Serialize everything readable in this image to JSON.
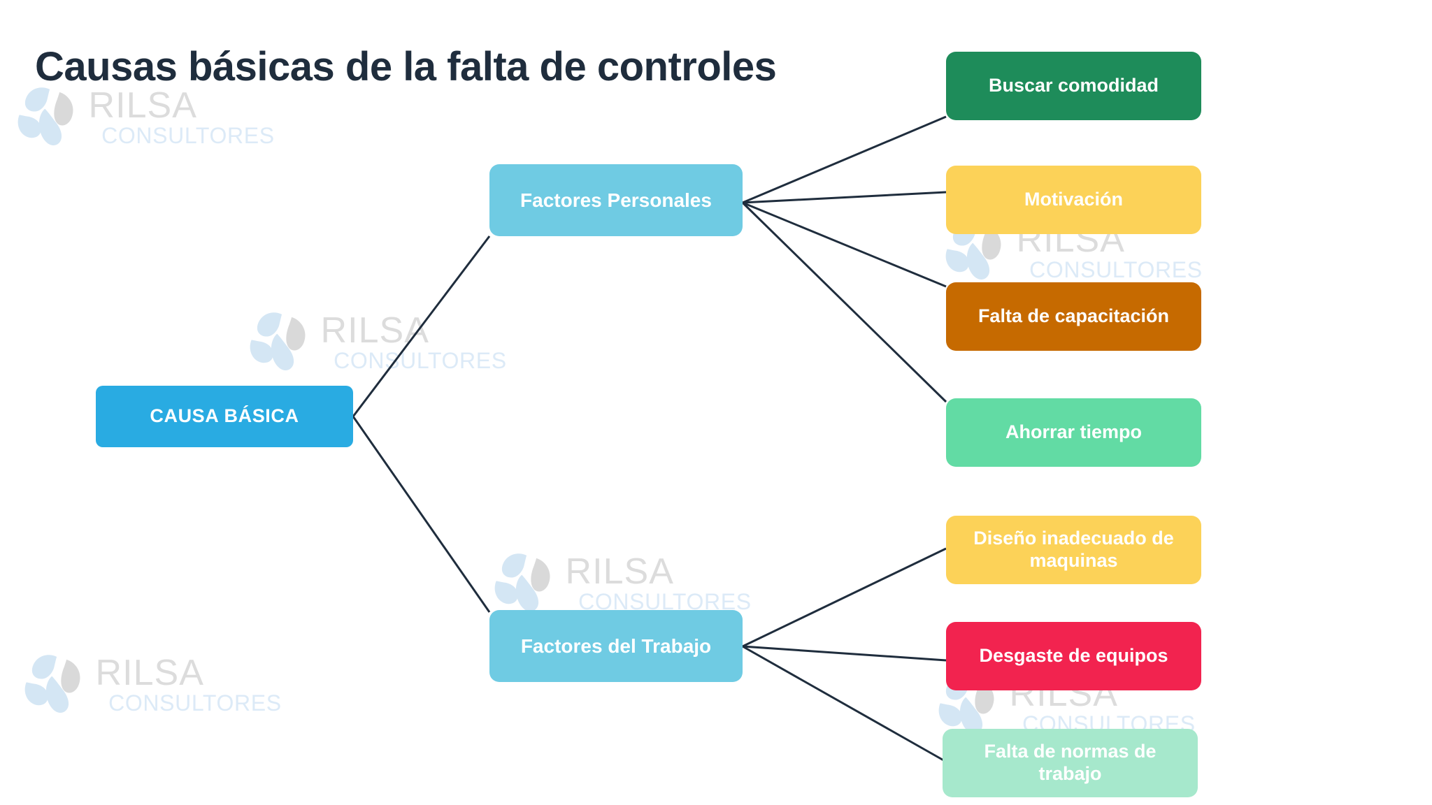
{
  "page": {
    "title": "Causas básicas de la falta de controles",
    "background_color": "#ffffff",
    "title_color": "#1f2d3d",
    "connector_color": "#1f2d3d"
  },
  "watermark": {
    "brand": "RILSA",
    "subtitle": "CONSULTORES",
    "brand_color": "#dcdcdc",
    "subtitle_color": "#dceaf7",
    "mark_color": "#d4e6f4",
    "mark_accent_color": "#d9d9d9"
  },
  "diagram": {
    "type": "tree",
    "root": {
      "label": "CAUSA BÁSICA",
      "color": "#29ABE2",
      "text_color": "#ffffff"
    },
    "branches": [
      {
        "label": "Factores Personales",
        "color": "#6FCBE3",
        "text_color": "#ffffff",
        "children": [
          {
            "label": "Buscar comodidad",
            "color": "#1E8C5A",
            "text_color": "#ffffff"
          },
          {
            "label": "Motivación",
            "color": "#FCD258",
            "text_color": "#ffffff"
          },
          {
            "label": "Falta de capacitación",
            "color": "#C66A00",
            "text_color": "#ffffff"
          },
          {
            "label": "Ahorrar tiempo",
            "color": "#62DBA4",
            "text_color": "#ffffff"
          }
        ]
      },
      {
        "label": "Factores del Trabajo",
        "color": "#6FCBE3",
        "text_color": "#ffffff",
        "children": [
          {
            "label": "Diseño inadecuado de maquinas",
            "color": "#FCD258",
            "text_color": "#ffffff"
          },
          {
            "label": "Desgaste de equipos",
            "color": "#F2234F",
            "text_color": "#ffffff"
          },
          {
            "label": "Falta de normas de trabajo",
            "color": "#A6E8CC",
            "text_color": "#ffffff"
          }
        ]
      }
    ]
  }
}
